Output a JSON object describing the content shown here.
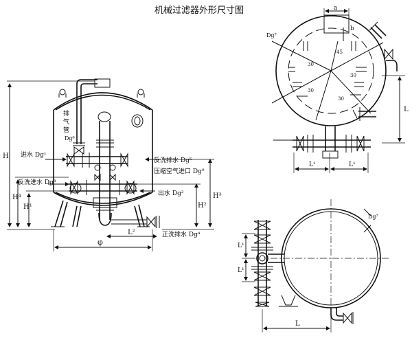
{
  "title": "机械过滤器外形尺寸图",
  "front_view": {
    "vent_pipe_label": "排\n气\n管",
    "vent_dg": "Dg⁶",
    "water_in": "进水 Dg¹",
    "backwash_drain": "反洗排水 Dg⁵",
    "compressed_air": "压缩空气进口 Dg⁹",
    "backwash_in": "反洗进水 Dg³",
    "water_out": "出水 Dg²",
    "forward_drain": "正洗排水 Dg⁴",
    "dims": {
      "H": "H",
      "H1": "H¹",
      "H2": "H²",
      "H3": "H³",
      "H4": "H⁴",
      "phi": "φ",
      "L2": "L²"
    }
  },
  "top_view": {
    "dg7": "Dg⁷",
    "a": "a",
    "b": "b",
    "angle45": "45",
    "angle30": "30",
    "L": "L",
    "L1": "L¹"
  },
  "bottom_view": {
    "dg7": "Dg⁷",
    "L": "L",
    "L1": "L¹"
  }
}
